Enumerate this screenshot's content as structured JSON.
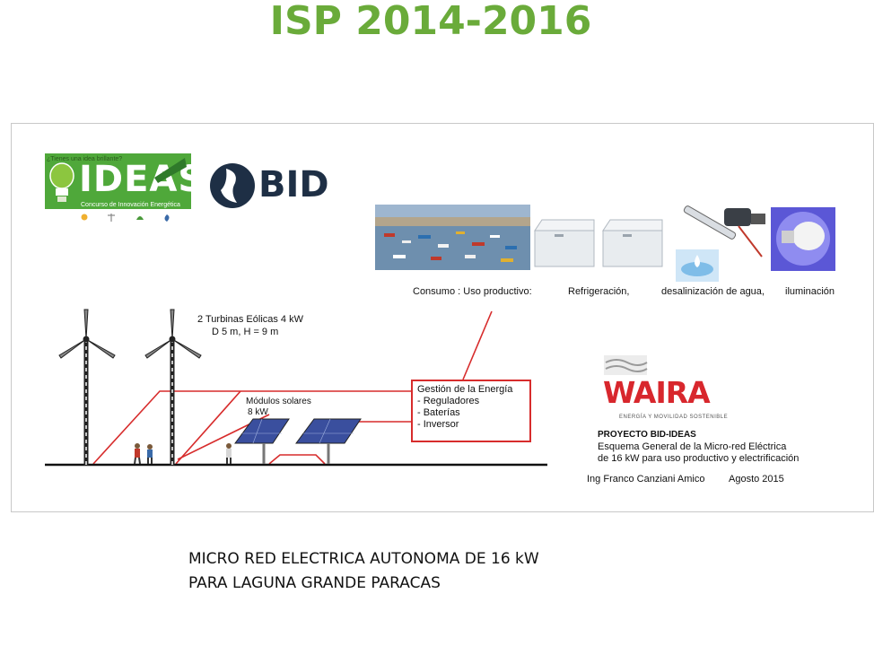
{
  "slide_title": "ISP 2014-2016",
  "logos": {
    "ideas": {
      "tagline": "¿Tienes una idea brillante?",
      "word": "IDEAS",
      "subtitle": "Concurso de Innovación Energética"
    },
    "bid": {
      "word": "BID"
    },
    "waira": {
      "word": "WAIRA",
      "subtitle": "ENERGÍA Y MOVILIDAD SOSTENIBLE"
    }
  },
  "consumption": {
    "label_prefix": "Consumo : Uso productivo:",
    "refrigeration": "Refrigeración,",
    "desalination": "desalinización de agua,",
    "lighting": "iluminación"
  },
  "wind": {
    "line1": "2 Turbinas Eólicas 4 kW",
    "line2": "D 5 m, H = 9 m"
  },
  "solar": {
    "line1": "Módulos solares",
    "line2": "8 kW"
  },
  "energy_management": {
    "title": "Gestión de la Energía",
    "items": [
      "- Reguladores",
      "- Baterías",
      "- Inversor"
    ]
  },
  "project": {
    "title": "PROYECTO BID-IDEAS",
    "line1": "Esquema General de la Micro-red Eléctrica",
    "line2": "de 16 kW para uso productivo y electrificación",
    "author": "Ing Franco Canziani Amico",
    "date": "Agosto 2015"
  },
  "caption": {
    "line1": "MICRO RED ELECTRICA AUTONOMA DE 16 kW",
    "line2": "PARA LAGUNA GRANDE PARACAS"
  },
  "colors": {
    "title_green": "#6aab3a",
    "ideas_green": "#4fa83a",
    "bid_navy": "#1e2f45",
    "waira_red": "#d8272d",
    "wire_red": "#d72c2c",
    "panel_blue": "#3a4f9e"
  }
}
